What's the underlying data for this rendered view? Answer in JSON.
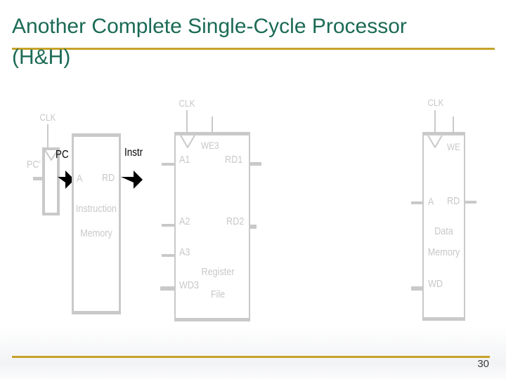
{
  "slide": {
    "title_line1": "Another Complete Single-Cycle Processor",
    "title_line2": "(H&H)",
    "page_number": "30"
  },
  "colors": {
    "title_green": "#1B6A55",
    "accent_gold": "#C7A22A",
    "diagram_gray": "#C9C9C9",
    "diagram_text_gray": "#C8C8C8",
    "emphasis_black": "#000000"
  },
  "diagram": {
    "pc_register": {
      "clk": "CLK",
      "input_label": "PC'",
      "output_label": "PC"
    },
    "instruction_memory": {
      "port_a": "A",
      "port_rd": "RD",
      "name_line1": "Instruction",
      "name_line2": "Memory",
      "output_label": "Instr"
    },
    "register_file": {
      "clk": "CLK",
      "port_we3": "WE3",
      "port_a1": "A1",
      "port_rd1": "RD1",
      "port_a2": "A2",
      "port_rd2": "RD2",
      "port_a3": "A3",
      "port_wd3": "WD3",
      "name_line1": "Register",
      "name_line2": "File"
    },
    "data_memory": {
      "clk": "CLK",
      "port_we": "WE",
      "port_a": "A",
      "port_rd": "RD",
      "port_wd": "WD",
      "name_line1": "Data",
      "name_line2": "Memory"
    }
  }
}
